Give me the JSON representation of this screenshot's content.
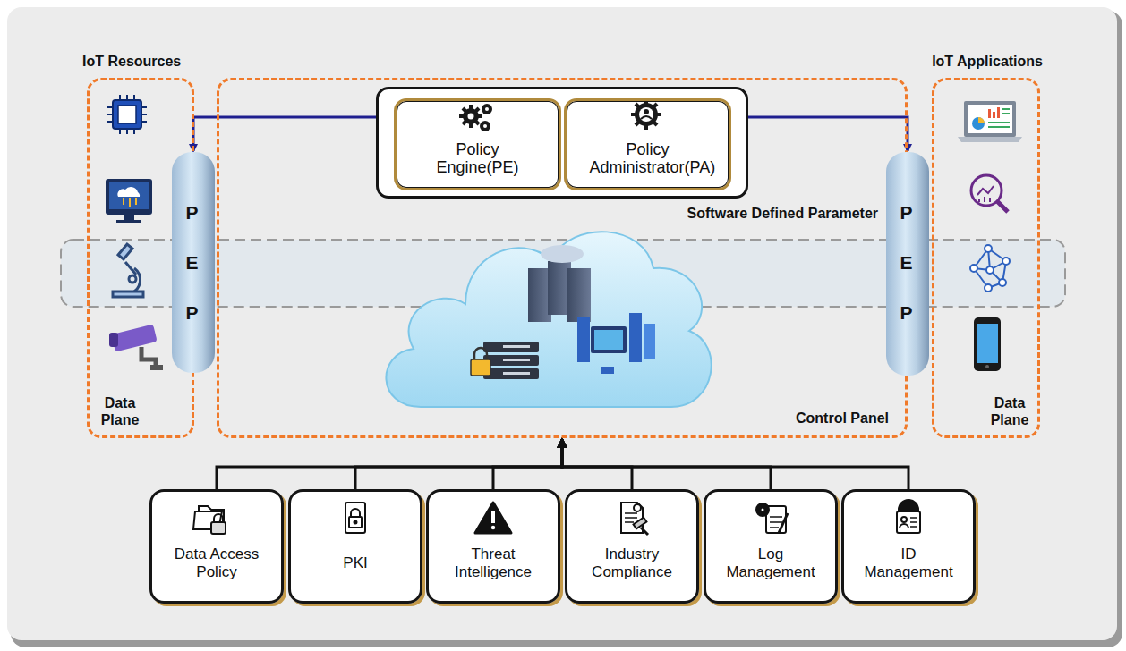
{
  "diagram": {
    "nodes": [
      {
        "text": [
          "IoT Resources",
          "Data Plane"
        ]
      },
      {
        "text": [
          "Control Panel"
        ]
      },
      {
        "text": [
          "IoT Applications",
          "Data Plane"
        ]
      },
      {
        "text": [
          "P E P"
        ],
        "in": 0
      },
      {
        "text": [
          "Software Defined Parameter"
        ],
        "in": 1
      },
      {
        "text": [
          "Policy Engine(PE)"
        ],
        "in": 4
      },
      {
        "text": [
          "Policy Administrator(PA)"
        ],
        "in": 4
      },
      {
        "text": [
          "P E P"
        ],
        "in": 2
      },
      {
        "text": [
          "Data Access Policy"
        ]
      },
      {
        "text": [
          "PKI"
        ]
      },
      {
        "text": [
          "Threat Intelligence"
        ]
      },
      {
        "text": [
          "Industry Compliance"
        ]
      },
      {
        "text": [
          "Log Management"
        ]
      },
      {
        "text": [
          "ID Management"
        ]
      }
    ],
    "edges": [
      {
        "from": 4,
        "to": 3,
        "arrow": "to"
      },
      {
        "from": 4,
        "to": 7,
        "arrow": "to"
      },
      {
        "from": 8,
        "to": 1,
        "arrow": "to"
      },
      {
        "from": 9,
        "to": 1,
        "arrow": "to"
      },
      {
        "from": 10,
        "to": 1,
        "arrow": "to"
      },
      {
        "from": 11,
        "to": 1,
        "arrow": "to"
      },
      {
        "from": 12,
        "to": 1,
        "arrow": "to"
      },
      {
        "from": 13,
        "to": 1,
        "arrow": "to"
      }
    ]
  }
}
